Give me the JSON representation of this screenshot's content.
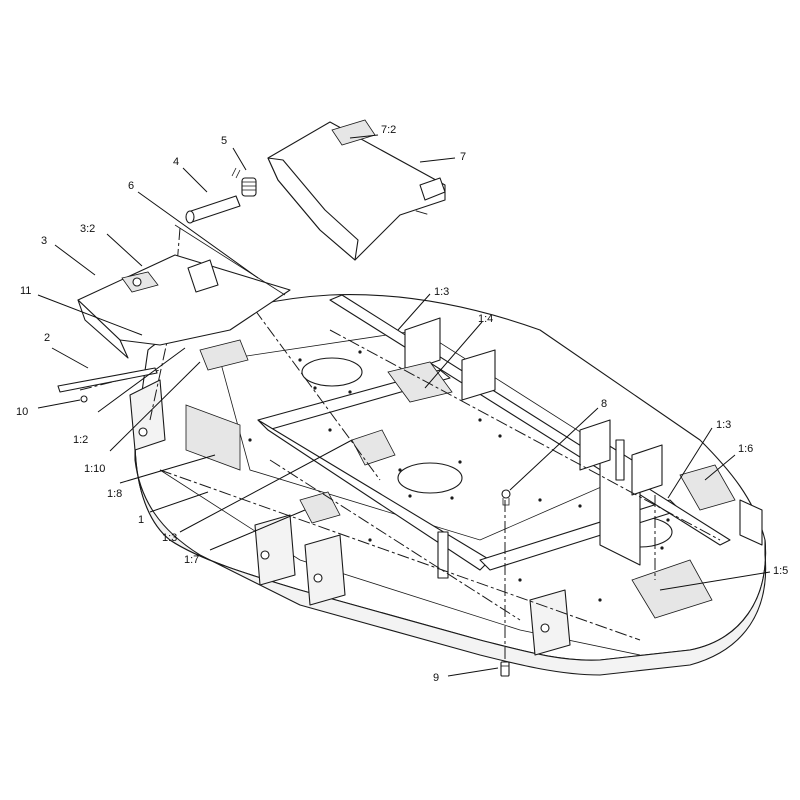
{
  "callouts": [
    {
      "id": "c-5",
      "label": "5"
    },
    {
      "id": "c-4",
      "label": "4"
    },
    {
      "id": "c-6",
      "label": "6"
    },
    {
      "id": "c-7-2",
      "label": "7:2"
    },
    {
      "id": "c-7",
      "label": "7"
    },
    {
      "id": "c-3-2",
      "label": "3:2"
    },
    {
      "id": "c-3",
      "label": "3"
    },
    {
      "id": "c-11",
      "label": "11"
    },
    {
      "id": "c-2",
      "label": "2"
    },
    {
      "id": "c-10",
      "label": "10"
    },
    {
      "id": "c-1-2",
      "label": "1:2"
    },
    {
      "id": "c-1-10",
      "label": "1:10"
    },
    {
      "id": "c-1-8",
      "label": "1:8"
    },
    {
      "id": "c-1",
      "label": "1"
    },
    {
      "id": "c-1-3a",
      "label": "1:3"
    },
    {
      "id": "c-1-7",
      "label": "1:7"
    },
    {
      "id": "c-1-3b",
      "label": "1:3"
    },
    {
      "id": "c-1-4",
      "label": "1:4"
    },
    {
      "id": "c-8",
      "label": "8"
    },
    {
      "id": "c-1-3c",
      "label": "1:3"
    },
    {
      "id": "c-1-6",
      "label": "1:6"
    },
    {
      "id": "c-1-5",
      "label": "1:5"
    },
    {
      "id": "c-9",
      "label": "9"
    }
  ],
  "colors": {
    "line": "#1a1a1a",
    "background": "#ffffff"
  }
}
